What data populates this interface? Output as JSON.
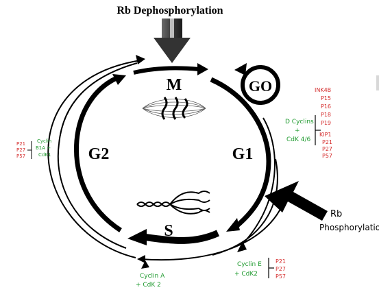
{
  "title": "Rb Dephosphorylation",
  "phases": {
    "m": "M",
    "g0": "GO",
    "g1": "G1",
    "g2": "G2",
    "s": "S"
  },
  "rb_phos": {
    "line1": "Rb",
    "line2": "Phosphorylation"
  },
  "g1_regulators": {
    "inhibitors_top": [
      "INK4B",
      "P15",
      "P16",
      "P18",
      "P19"
    ],
    "complex": [
      "D Cyclins",
      "+",
      "CdK 4/6"
    ],
    "inhibitors_bottom": [
      "KIP1",
      "P21",
      "P27",
      "P57"
    ]
  },
  "g1s_regulators": {
    "complex": [
      "Cyclin E",
      "+ CdK2"
    ],
    "inhibitors": [
      "P21",
      "P27",
      "P57"
    ]
  },
  "s_regulators": {
    "complex": [
      "Cyclin A",
      "+ CdK 2"
    ]
  },
  "g2_regulators": {
    "inhibitors": [
      "P21",
      "P27",
      "P57"
    ],
    "complex": [
      "Cyclin",
      "B1A +",
      "CdK1"
    ]
  },
  "colors": {
    "inhibitor": "#d42a2a",
    "complex": "#1f9a2f",
    "line": "#000000"
  }
}
